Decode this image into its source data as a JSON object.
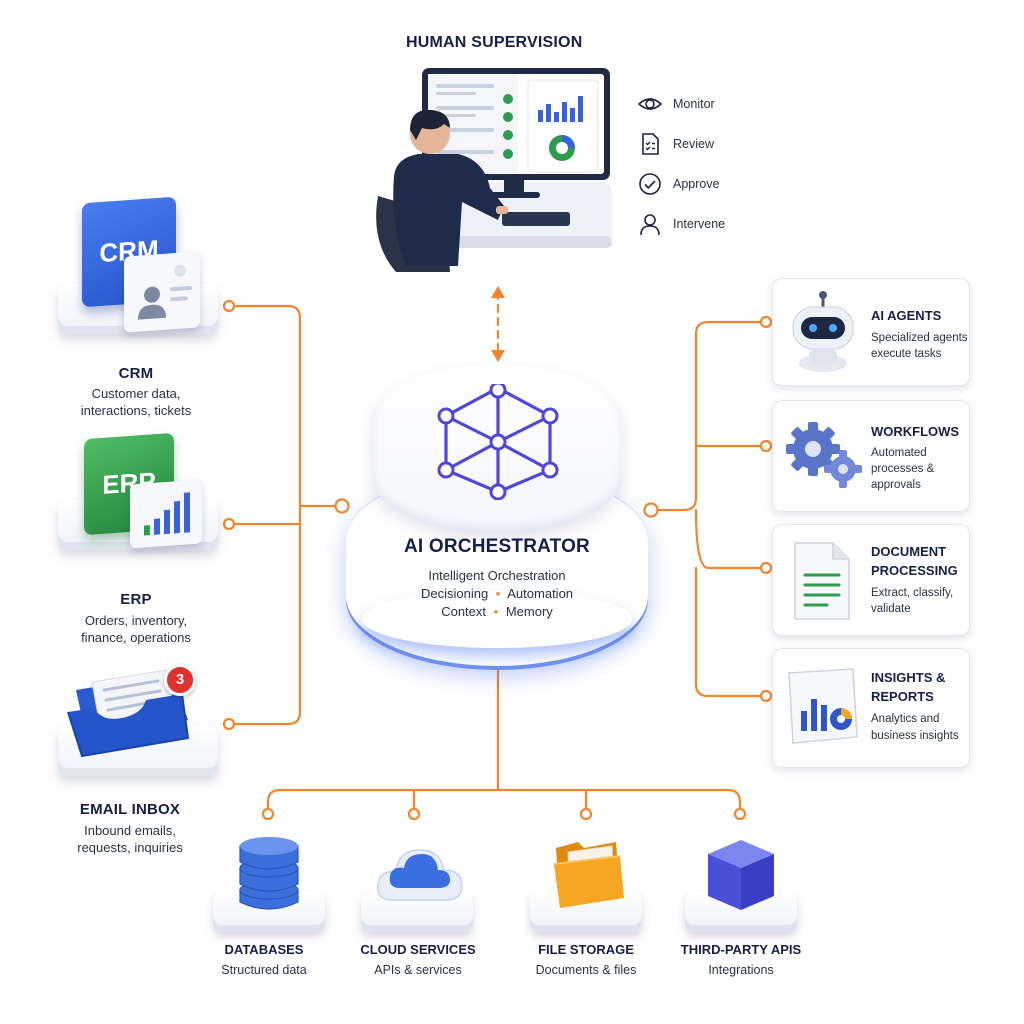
{
  "supervision": {
    "title": "HUMAN SUPERVISION",
    "actions": [
      {
        "label": "Monitor",
        "icon": "eye-icon"
      },
      {
        "label": "Review",
        "icon": "checklist-icon"
      },
      {
        "label": "Approve",
        "icon": "check-circle-icon"
      },
      {
        "label": "Intervene",
        "icon": "person-icon"
      }
    ]
  },
  "orchestrator": {
    "title": "AI ORCHESTRATOR",
    "line1": "Intelligent Orchestration",
    "line2a": "Decisioning",
    "line2b": "Automation",
    "line3a": "Context",
    "line3b": "Memory",
    "icon": "network-hexagon-icon"
  },
  "sources": [
    {
      "badge": "CRM",
      "title": "CRM",
      "desc1": "Customer data,",
      "desc2": "interactions, tickets",
      "color": "#2f62d6"
    },
    {
      "badge": "ERP",
      "title": "ERP",
      "desc1": "Orders, inventory,",
      "desc2": "finance, operations",
      "color": "#2f9a48"
    },
    {
      "badge": "3",
      "title": "EMAIL INBOX",
      "desc1": "Inbound emails,",
      "desc2": "requests, inquiries",
      "color": "#2f62d6"
    }
  ],
  "outputs": [
    {
      "title1": "AI AGENTS",
      "title2": "",
      "desc1": "Specialized agents",
      "desc2": "execute tasks",
      "desc3": "",
      "icon": "robot-icon"
    },
    {
      "title1": "WORKFLOWS",
      "title2": "",
      "desc1": "Automated",
      "desc2": "processes &",
      "desc3": "approvals",
      "icon": "gears-icon"
    },
    {
      "title1": "DOCUMENT",
      "title2": "PROCESSING",
      "desc1": "Extract, classify,",
      "desc2": "validate",
      "desc3": "",
      "icon": "document-icon"
    },
    {
      "title1": "INSIGHTS &",
      "title2": "REPORTS",
      "desc1": "Analytics and",
      "desc2": "business insights",
      "desc3": "",
      "icon": "chart-icon"
    }
  ],
  "data_layer": [
    {
      "title": "DATABASES",
      "desc": "Structured data",
      "icon": "database-icon"
    },
    {
      "title": "CLOUD SERVICES",
      "desc": "APIs & services",
      "icon": "cloud-icon"
    },
    {
      "title": "FILE STORAGE",
      "desc": "Documents & files",
      "icon": "folder-icon"
    },
    {
      "title": "THIRD-PARTY APIS",
      "desc": "Integrations",
      "icon": "cube-icon"
    }
  ],
  "colors": {
    "connector": "#f0852d",
    "accent": "#4a5bd6",
    "text": "#152047"
  }
}
